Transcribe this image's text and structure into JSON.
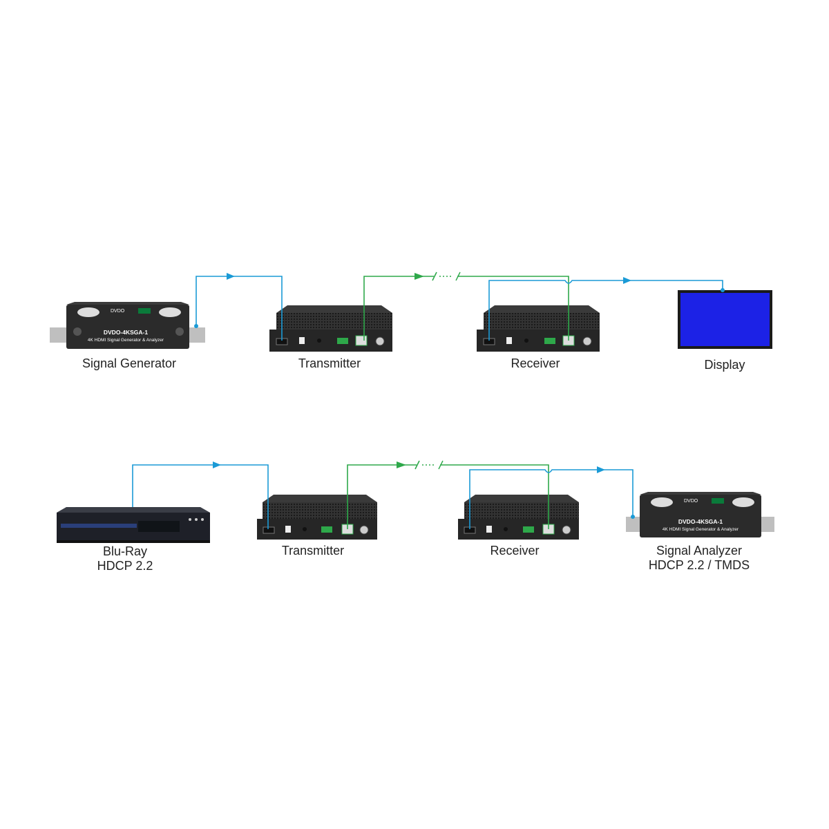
{
  "colors": {
    "hdmi_link": "#1a9ad6",
    "hdbaset_link": "#2ea84a",
    "device_body": "#2b2b2b",
    "display_screen": "#1c22e6"
  },
  "top_row": {
    "signal_generator": {
      "label": "Signal Generator",
      "model": "DVDO-4KSGA-1",
      "subtitle": "4K HDMI Signal Generator & Analyzer",
      "brand": "DVDO"
    },
    "transmitter": {
      "label": "Transmitter"
    },
    "receiver": {
      "label": "Receiver"
    },
    "display": {
      "label": "Display"
    }
  },
  "bottom_row": {
    "bluray": {
      "label_line1": "Blu-Ray",
      "label_line2": "HDCP 2.2"
    },
    "transmitter": {
      "label": "Transmitter"
    },
    "receiver": {
      "label": "Receiver"
    },
    "signal_analyzer": {
      "label_line1": "Signal Analyzer",
      "label_line2": "HDCP 2.2 / TMDS",
      "model": "DVDO-4KSGA-1",
      "subtitle": "4K HDMI Signal Generator & Analyzer",
      "brand": "DVDO"
    }
  },
  "icons": {
    "hdmi_arrow": "arrow-right-icon",
    "cable_break": "break-icon"
  }
}
